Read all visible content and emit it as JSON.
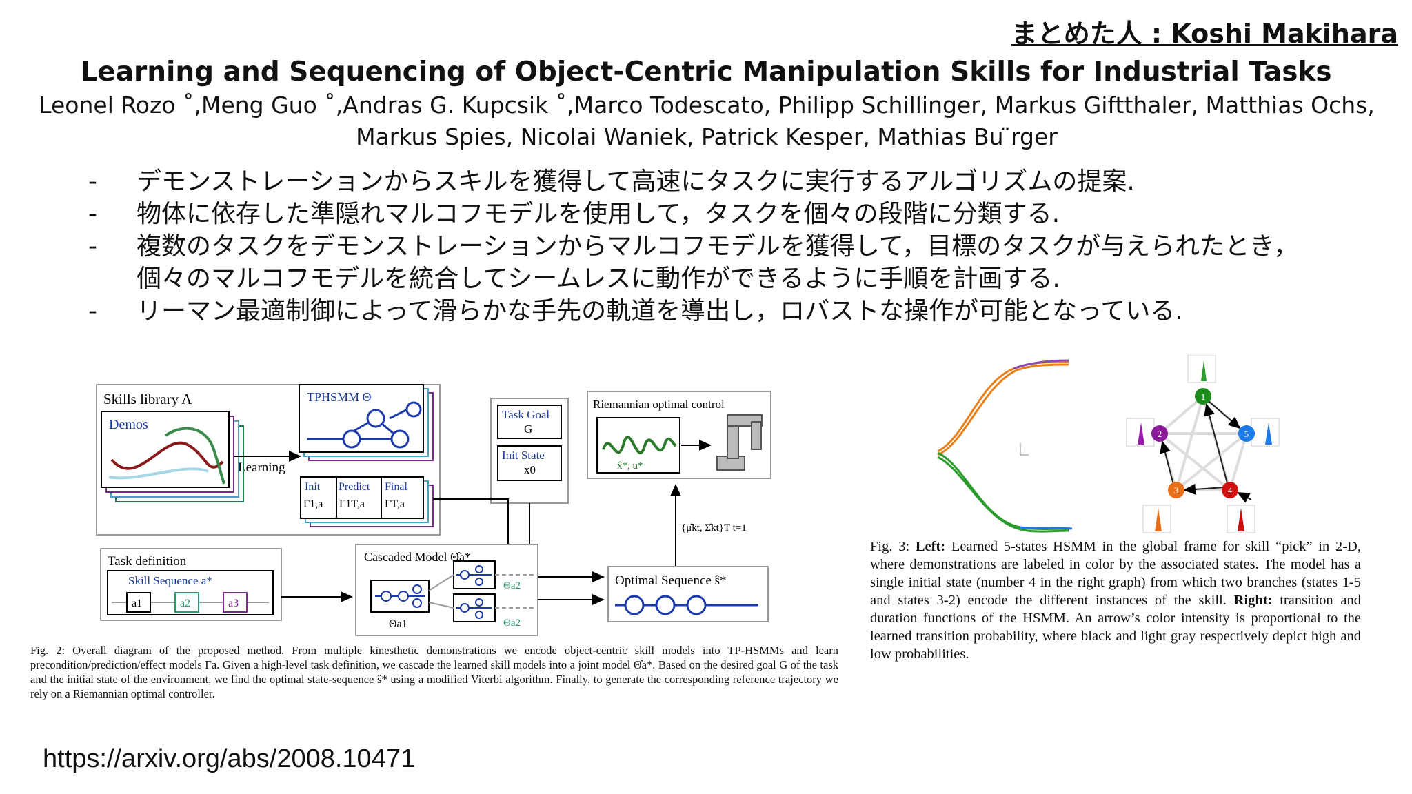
{
  "header": {
    "author_tag": "まとめた人 : Koshi Makihara",
    "title": "Learning and Sequencing of Object-Centric Manipulation Skills for Industrial Tasks",
    "authors": "Leonel Rozo ˚,Meng Guo ˚,Andras G. Kupcsik ˚,Marco Todescato, Philipp Schillinger, Markus Giftthaler, Matthias Ochs, Markus Spies, Nicolai Waniek, Patrick Kesper, Mathias Bu ̈rger"
  },
  "bullets": [
    "デモンストレーションからスキルを獲得して高速にタスクに実行するアルゴリズムの提案.",
    "物体に依存した準隠れマルコフモデルを使用して，タスクを個々の段階に分類する.",
    "複数のタスクをデモンストレーションからマルコフモデルを獲得して，目標のタスクが与えられたとき，個々のマルコフモデルを統合してシームレスに動作ができるように手順を計画する.",
    "リーマン最適制御によって滑らかな手先の軌道を導出し，ロバストな操作が可能となっている."
  ],
  "bullet_marker": "-",
  "fig2": {
    "skills_library": "Skills library A",
    "demos": "Demos",
    "learning": "Learning",
    "tphsmm": "TPHSMM Θ",
    "init": "Init",
    "predict": "Predict",
    "final": "Final",
    "gamma_init": "Γ1,a",
    "gamma_predict": "Γ1T,a",
    "gamma_final": "ΓT,a",
    "task_goal": "Task Goal",
    "task_goal_sym": "G",
    "init_state": "Init State",
    "init_state_sym": "x0",
    "riemannian": "Riemannian optimal control",
    "x_u_label": "x̂*, u*",
    "task_definition": "Task definition",
    "skill_sequence": "Skill Sequence a*",
    "a1": "a1",
    "a2": "a2",
    "a3": "a3",
    "cascaded_model": "Cascaded Model Θ̂a*",
    "theta_a1": "Θa1",
    "theta_a2_top": "Θa2",
    "theta_a2_bottom": "Θa2",
    "mu_sigma": "{μ̂kt, Σ̂kt}T t=1",
    "optimal_sequence": "Optimal Sequence ŝ*",
    "caption": "Fig. 2: Overall diagram of the proposed method. From multiple kinesthetic demonstrations we encode object-centric skill models into TP-HSMMs and learn precondition/prediction/effect models Γa. Given a high-level task definition, we cascade the learned skill models into a joint model Θ̂a*. Based on the desired goal G of the task and the initial state of the environment, we find the optimal state-sequence ŝ* using a modified Viterbi algorithm. Finally, to generate the corresponding reference trajectory we rely on a Riemannian optimal controller."
  },
  "fig3": {
    "nodes": [
      "1",
      "2",
      "3",
      "4",
      "5"
    ],
    "node_colors": [
      "#1a8a1a",
      "#8a1a9a",
      "#e8701a",
      "#d01010",
      "#1a7ae8"
    ],
    "caption_prefix": "Fig. 3: ",
    "caption_left": "Left:",
    "caption_part1": " Learned 5-states HSMM in the global frame for skill “pick” in 2-D, where demonstrations are labeled in color by the associated states. The model has a single initial state (number 4 in the right graph) from which two branches (states 1-5 and states 3-2) encode the different instances of the skill. ",
    "caption_right": "Right:",
    "caption_part2": " transition and duration functions of the HSMM. An arrow’s color intensity is proportional to the learned transition probability, where black and light gray respectively depict high and low probabilities."
  },
  "footer": {
    "url": "https://arxiv.org/abs/2008.10471"
  }
}
